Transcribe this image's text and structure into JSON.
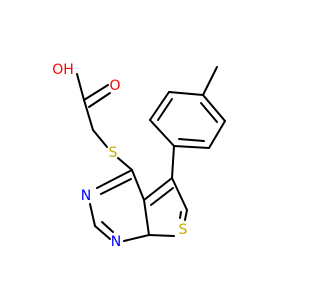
{
  "molecule": {
    "atoms": {
      "hydroxyl": "OH",
      "carbonyl_o": "O",
      "thioether_s": "S",
      "pyrimidine_n1": "N",
      "pyrimidine_n2": "N",
      "thiophene_s": "S"
    },
    "colors": {
      "bond": "#000000",
      "oxygen": "#ff0000",
      "nitrogen": "#0000ff",
      "sulfur": "#c8a800"
    }
  }
}
